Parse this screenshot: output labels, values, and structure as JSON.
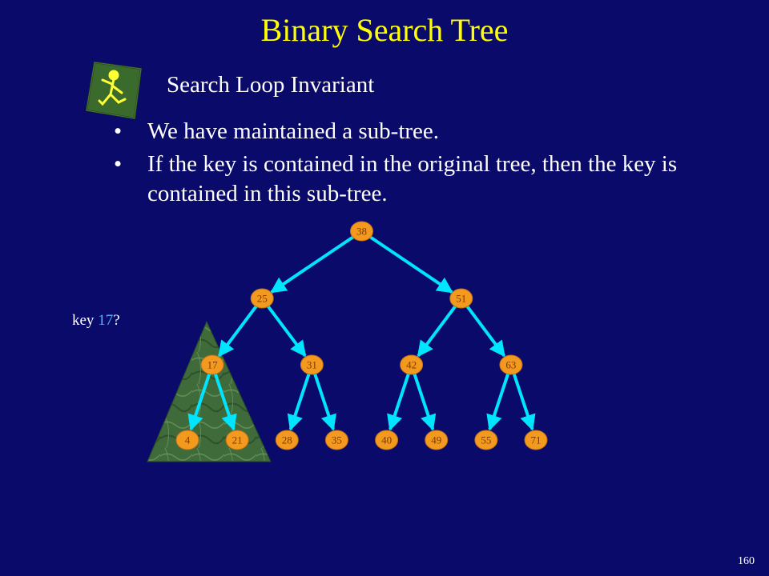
{
  "slide": {
    "title": "Binary Search Tree",
    "subtitle": "Search Loop Invariant",
    "bullets": [
      "We have maintained a sub-tree.",
      "If the key is contained in the original tree, then the key is contained in this sub-tree."
    ],
    "bullet_symbol": "•",
    "key": {
      "prefix": "key ",
      "value": "17",
      "suffix": "?"
    },
    "page_number": "160"
  },
  "tree": {
    "nodes": [
      "38",
      "25",
      "51",
      "17",
      "31",
      "42",
      "63",
      "4",
      "21",
      "28",
      "35",
      "40",
      "49",
      "55",
      "71"
    ],
    "highlighted_subtree_root": "17"
  },
  "colors": {
    "background": "#0a0a6b",
    "title": "#ffff00",
    "text": "#ffffff",
    "node_fill": "#f39a1e",
    "edge": "#00e5ff",
    "key_highlight": "#4fb7ff",
    "subtree_triangle": "#3f6b3a"
  }
}
